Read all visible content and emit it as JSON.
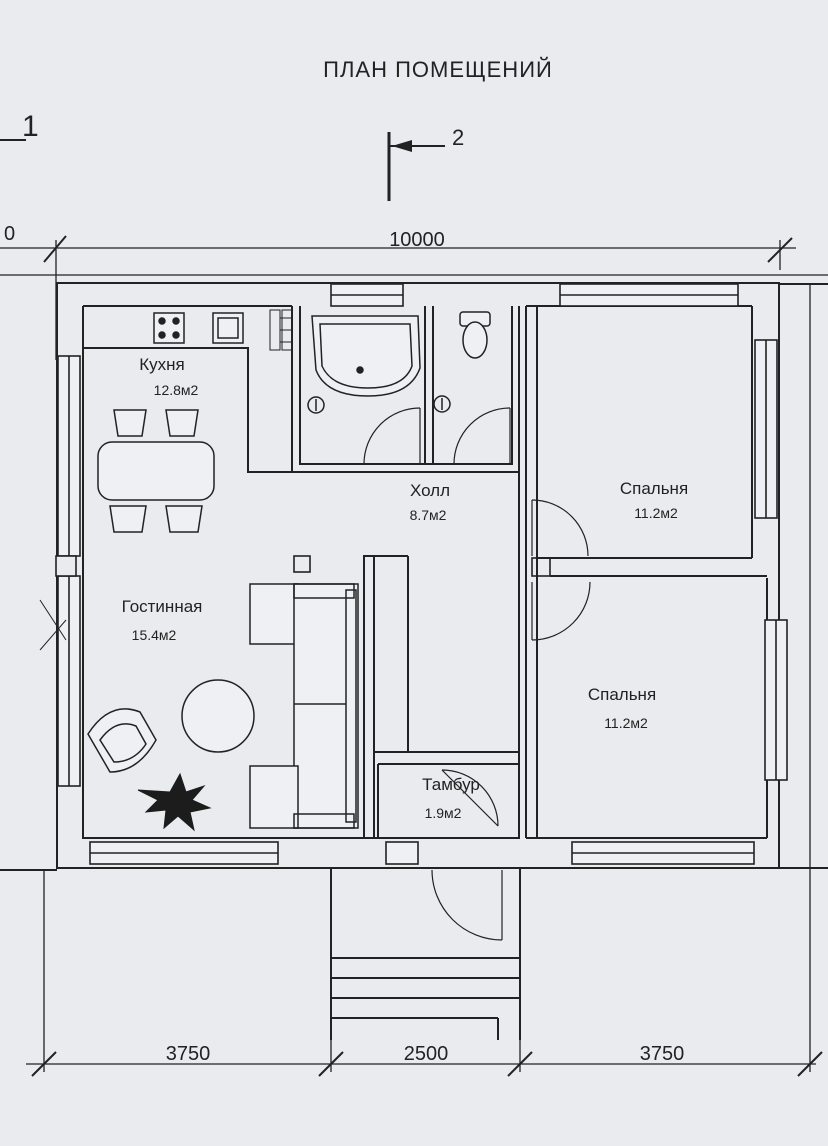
{
  "title": "ПЛАН ПОМЕЩЕНИЙ",
  "section_marks": {
    "left": "1",
    "right": "2"
  },
  "dimensions": {
    "left_cut": "0",
    "total_width": "10000",
    "bottom": [
      "3750",
      "2500",
      "3750"
    ]
  },
  "rooms": {
    "kitchen": {
      "name": "Кухня",
      "area": "12.8м2"
    },
    "hall": {
      "name": "Холл",
      "area": "8.7м2"
    },
    "living": {
      "name": "Гостинная",
      "area": "15.4м2"
    },
    "bedroom1": {
      "name": "Спальня",
      "area": "11.2м2"
    },
    "bedroom2": {
      "name": "Спальня",
      "area": "11.2м2"
    },
    "vestibule": {
      "name": "Тамбур",
      "area": "1.9м2"
    }
  },
  "colors": {
    "paper": "#e9ebee",
    "ink": "#222222"
  }
}
